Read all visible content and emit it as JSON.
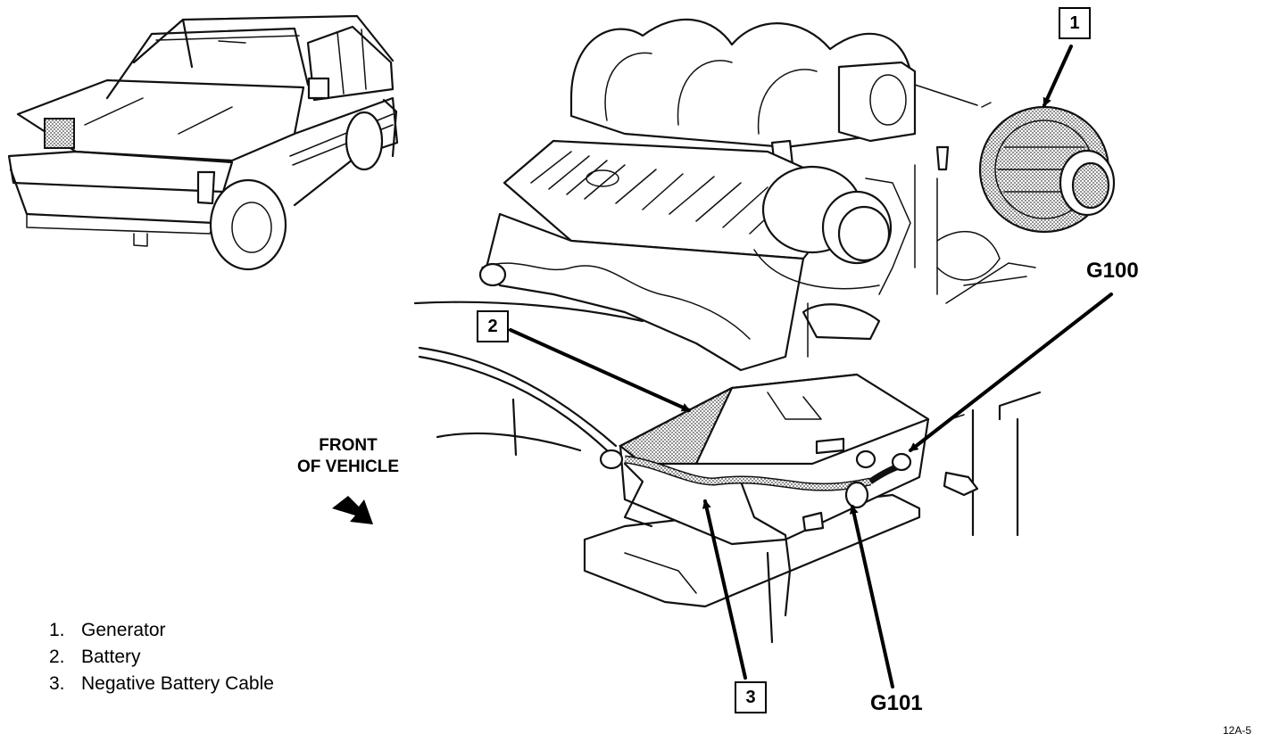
{
  "callouts": {
    "box1": "1",
    "box2": "2",
    "box3": "3",
    "g100": "G100",
    "g101": "G101"
  },
  "front": {
    "line1": "FRONT",
    "line2": "OF VEHICLE"
  },
  "legend": [
    {
      "num": "1.",
      "label": "Generator"
    },
    {
      "num": "2.",
      "label": "Battery"
    },
    {
      "num": "3.",
      "label": "Negative Battery Cable"
    }
  ],
  "figure_code": "12A-5",
  "colors": {
    "line": "#111111",
    "background": "#ffffff",
    "shade": "#888888"
  }
}
